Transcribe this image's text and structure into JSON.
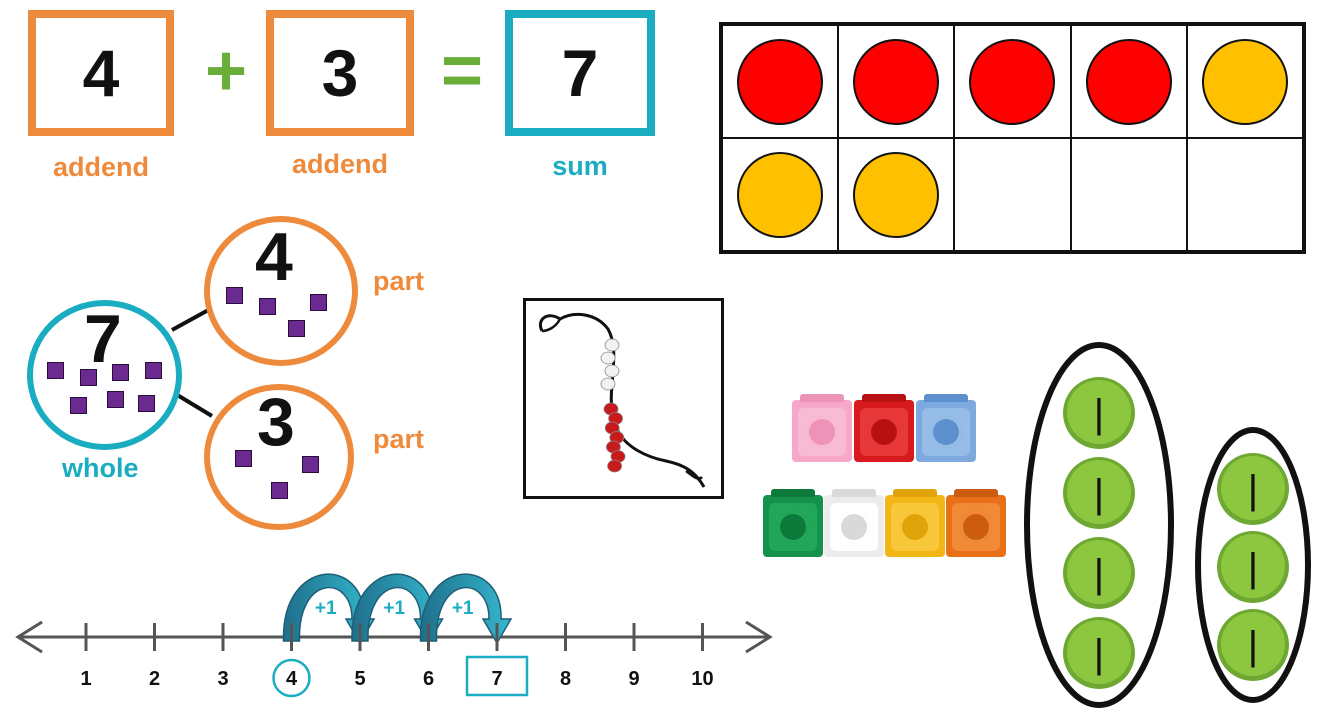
{
  "equation": {
    "addend1": "4",
    "plus": "+",
    "addend2": "3",
    "equals": "=",
    "sum": "7",
    "addend1_label": "addend",
    "addend2_label": "addend",
    "sum_label": "sum"
  },
  "ten_frame": {
    "cells": [
      "red",
      "red",
      "red",
      "red",
      "yellow",
      "yellow",
      "yellow",
      "empty",
      "empty",
      "empty"
    ],
    "colors": {
      "red": "#FF0000",
      "yellow": "#FFC000"
    }
  },
  "part_part_whole": {
    "whole": "7",
    "whole_label": "whole",
    "part1": "4",
    "part2": "3",
    "part_label_1": "part",
    "part_label_2": "part",
    "square_color": "#6A2A8F"
  },
  "bead_string": {
    "white_beads": 4,
    "red_beads": 7
  },
  "linking_cubes": {
    "top_row": [
      "pink",
      "red",
      "blue"
    ],
    "bottom_row": [
      "green",
      "white",
      "yellow",
      "orange"
    ]
  },
  "tally_groups": {
    "group1": 4,
    "group2": 3,
    "mark": "|"
  },
  "number_line": {
    "ticks": [
      "1",
      "2",
      "3",
      "4",
      "5",
      "6",
      "7",
      "8",
      "9",
      "10"
    ],
    "start": "4",
    "end": "7",
    "jumps": [
      "+1",
      "+1",
      "+1"
    ],
    "colors": {
      "accent": "#1AADC1",
      "jump_dark": "#1F6F8B"
    }
  }
}
